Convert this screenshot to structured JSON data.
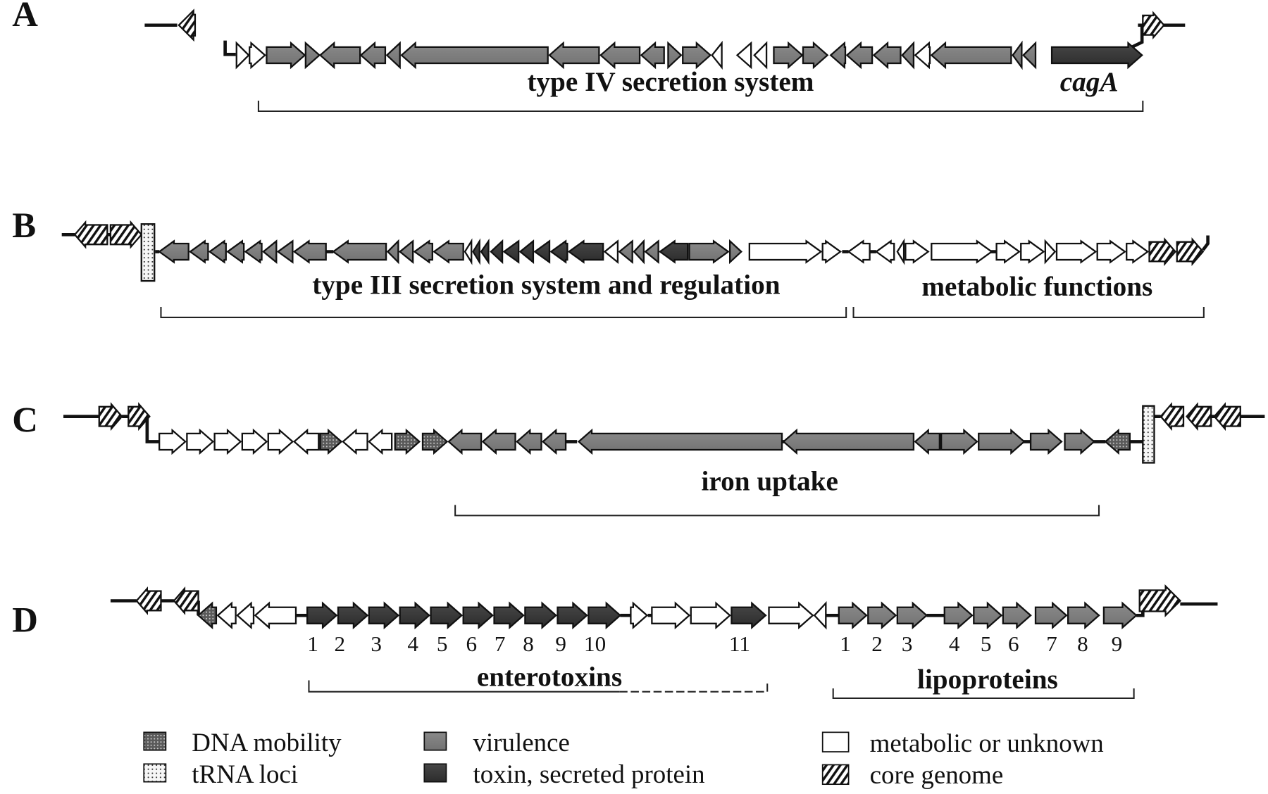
{
  "colors": {
    "virulence": "#7f7f7f",
    "toxin": "#3a3a3a",
    "metabolic": "#ffffff",
    "dna_mobility": "#555555",
    "trna": "#f4f4f4",
    "core": "#ffffff",
    "outline": "#111111"
  },
  "panels": [
    {
      "letter": "A",
      "regions": [
        {
          "label": "type IV secretion system",
          "italic": false
        },
        {
          "label": "cagA",
          "italic": true
        }
      ],
      "genes": [
        {
          "cat": "core",
          "dir": "L"
        },
        {
          "cat": "metabolic",
          "dir": "R"
        },
        {
          "cat": "metabolic",
          "dir": "R"
        },
        {
          "cat": "virulence",
          "dir": "R"
        },
        {
          "cat": "virulence",
          "dir": "R"
        },
        {
          "cat": "virulence",
          "dir": "L"
        },
        {
          "cat": "virulence",
          "dir": "L"
        },
        {
          "cat": "virulence",
          "dir": "L"
        },
        {
          "cat": "virulence",
          "dir": "L"
        },
        {
          "cat": "virulence",
          "dir": "L"
        },
        {
          "cat": "virulence",
          "dir": "L"
        },
        {
          "cat": "virulence",
          "dir": "L"
        },
        {
          "cat": "virulence",
          "dir": "R"
        },
        {
          "cat": "virulence",
          "dir": "R"
        },
        {
          "cat": "metabolic",
          "dir": "L"
        },
        {
          "cat": "metabolic",
          "dir": "L"
        },
        {
          "cat": "metabolic",
          "dir": "L"
        },
        {
          "cat": "virulence",
          "dir": "R"
        },
        {
          "cat": "virulence",
          "dir": "R"
        },
        {
          "cat": "virulence",
          "dir": "L"
        },
        {
          "cat": "virulence",
          "dir": "L"
        },
        {
          "cat": "virulence",
          "dir": "L"
        },
        {
          "cat": "virulence",
          "dir": "L"
        },
        {
          "cat": "metabolic",
          "dir": "L"
        },
        {
          "cat": "virulence",
          "dir": "L"
        },
        {
          "cat": "virulence",
          "dir": "L"
        },
        {
          "cat": "virulence",
          "dir": "L"
        },
        {
          "cat": "toxin",
          "dir": "R",
          "name": "cagA"
        },
        {
          "cat": "core",
          "dir": "R"
        }
      ]
    },
    {
      "letter": "B",
      "regions": [
        {
          "label": "type III secretion system and regulation",
          "italic": false
        },
        {
          "label": "metabolic functions",
          "italic": false
        }
      ],
      "genes": [
        {
          "cat": "core",
          "dir": "L"
        },
        {
          "cat": "core",
          "dir": "R"
        },
        {
          "cat": "trna",
          "dir": "N"
        },
        {
          "cat": "virulence",
          "dir": "L"
        },
        {
          "cat": "virulence",
          "dir": "L"
        },
        {
          "cat": "virulence",
          "dir": "L"
        },
        {
          "cat": "virulence",
          "dir": "L"
        },
        {
          "cat": "virulence",
          "dir": "L"
        },
        {
          "cat": "virulence",
          "dir": "L"
        },
        {
          "cat": "virulence",
          "dir": "L"
        },
        {
          "cat": "virulence",
          "dir": "L"
        },
        {
          "cat": "virulence",
          "dir": "L"
        },
        {
          "cat": "virulence",
          "dir": "L"
        },
        {
          "cat": "virulence",
          "dir": "L"
        },
        {
          "cat": "virulence",
          "dir": "L"
        },
        {
          "cat": "virulence",
          "dir": "L"
        },
        {
          "cat": "metabolic",
          "dir": "L"
        },
        {
          "cat": "toxin",
          "dir": "L"
        },
        {
          "cat": "toxin",
          "dir": "L"
        },
        {
          "cat": "toxin",
          "dir": "L"
        },
        {
          "cat": "toxin",
          "dir": "L"
        },
        {
          "cat": "toxin",
          "dir": "L"
        },
        {
          "cat": "toxin",
          "dir": "L"
        },
        {
          "cat": "toxin",
          "dir": "L"
        },
        {
          "cat": "toxin",
          "dir": "L"
        },
        {
          "cat": "metabolic",
          "dir": "L"
        },
        {
          "cat": "virulence",
          "dir": "L"
        },
        {
          "cat": "virulence",
          "dir": "L"
        },
        {
          "cat": "virulence",
          "dir": "L"
        },
        {
          "cat": "toxin",
          "dir": "L"
        },
        {
          "cat": "virulence",
          "dir": "R"
        },
        {
          "cat": "virulence",
          "dir": "R"
        },
        {
          "cat": "metabolic",
          "dir": "R"
        },
        {
          "cat": "metabolic",
          "dir": "R"
        },
        {
          "cat": "metabolic",
          "dir": "L"
        },
        {
          "cat": "metabolic",
          "dir": "L"
        },
        {
          "cat": "metabolic",
          "dir": "L"
        },
        {
          "cat": "metabolic",
          "dir": "R"
        },
        {
          "cat": "metabolic",
          "dir": "R"
        },
        {
          "cat": "metabolic",
          "dir": "R"
        },
        {
          "cat": "metabolic",
          "dir": "R"
        },
        {
          "cat": "metabolic",
          "dir": "R"
        },
        {
          "cat": "metabolic",
          "dir": "R"
        },
        {
          "cat": "metabolic",
          "dir": "R"
        },
        {
          "cat": "metabolic",
          "dir": "R"
        },
        {
          "cat": "core",
          "dir": "R"
        },
        {
          "cat": "core",
          "dir": "R"
        }
      ]
    },
    {
      "letter": "C",
      "regions": [
        {
          "label": "iron uptake",
          "italic": false
        }
      ],
      "genes": [
        {
          "cat": "core",
          "dir": "R"
        },
        {
          "cat": "core",
          "dir": "R"
        },
        {
          "cat": "metabolic",
          "dir": "R"
        },
        {
          "cat": "metabolic",
          "dir": "R"
        },
        {
          "cat": "metabolic",
          "dir": "R"
        },
        {
          "cat": "metabolic",
          "dir": "R"
        },
        {
          "cat": "metabolic",
          "dir": "R"
        },
        {
          "cat": "metabolic",
          "dir": "L"
        },
        {
          "cat": "dna_mobility",
          "dir": "R"
        },
        {
          "cat": "metabolic",
          "dir": "L"
        },
        {
          "cat": "metabolic",
          "dir": "L"
        },
        {
          "cat": "dna_mobility",
          "dir": "R"
        },
        {
          "cat": "dna_mobility",
          "dir": "R"
        },
        {
          "cat": "virulence",
          "dir": "L"
        },
        {
          "cat": "virulence",
          "dir": "L"
        },
        {
          "cat": "virulence",
          "dir": "L"
        },
        {
          "cat": "virulence",
          "dir": "L"
        },
        {
          "cat": "virulence",
          "dir": "L"
        },
        {
          "cat": "virulence",
          "dir": "L"
        },
        {
          "cat": "virulence",
          "dir": "L"
        },
        {
          "cat": "virulence",
          "dir": "R"
        },
        {
          "cat": "virulence",
          "dir": "R"
        },
        {
          "cat": "virulence",
          "dir": "R"
        },
        {
          "cat": "virulence",
          "dir": "R"
        },
        {
          "cat": "dna_mobility",
          "dir": "L"
        },
        {
          "cat": "trna",
          "dir": "N"
        },
        {
          "cat": "core",
          "dir": "L"
        },
        {
          "cat": "core",
          "dir": "L"
        },
        {
          "cat": "core",
          "dir": "L"
        }
      ]
    },
    {
      "letter": "D",
      "regions": [
        {
          "label": "enterotoxins",
          "italic": false
        },
        {
          "label": "lipoproteins",
          "italic": false
        }
      ],
      "enterotoxin_numbers": [
        "1",
        "2",
        "3",
        "4",
        "5",
        "6",
        "7",
        "8",
        "9",
        "10",
        "11"
      ],
      "lipoprotein_numbers": [
        "1",
        "2",
        "3",
        "4",
        "5",
        "6",
        "7",
        "8",
        "9"
      ],
      "genes": [
        {
          "cat": "core",
          "dir": "L"
        },
        {
          "cat": "core",
          "dir": "L"
        },
        {
          "cat": "dna_mobility",
          "dir": "L"
        },
        {
          "cat": "metabolic",
          "dir": "L"
        },
        {
          "cat": "metabolic",
          "dir": "L"
        },
        {
          "cat": "metabolic",
          "dir": "L"
        },
        {
          "cat": "toxin",
          "dir": "R"
        },
        {
          "cat": "toxin",
          "dir": "R"
        },
        {
          "cat": "toxin",
          "dir": "R"
        },
        {
          "cat": "toxin",
          "dir": "R"
        },
        {
          "cat": "toxin",
          "dir": "R"
        },
        {
          "cat": "toxin",
          "dir": "R"
        },
        {
          "cat": "toxin",
          "dir": "R"
        },
        {
          "cat": "toxin",
          "dir": "R"
        },
        {
          "cat": "toxin",
          "dir": "R"
        },
        {
          "cat": "toxin",
          "dir": "R"
        },
        {
          "cat": "metabolic",
          "dir": "R"
        },
        {
          "cat": "metabolic",
          "dir": "R"
        },
        {
          "cat": "metabolic",
          "dir": "R"
        },
        {
          "cat": "toxin",
          "dir": "R"
        },
        {
          "cat": "metabolic",
          "dir": "R"
        },
        {
          "cat": "metabolic",
          "dir": "L"
        },
        {
          "cat": "virulence",
          "dir": "R"
        },
        {
          "cat": "virulence",
          "dir": "R"
        },
        {
          "cat": "virulence",
          "dir": "R"
        },
        {
          "cat": "virulence",
          "dir": "R"
        },
        {
          "cat": "virulence",
          "dir": "R"
        },
        {
          "cat": "virulence",
          "dir": "R"
        },
        {
          "cat": "virulence",
          "dir": "R"
        },
        {
          "cat": "virulence",
          "dir": "R"
        },
        {
          "cat": "virulence",
          "dir": "R"
        },
        {
          "cat": "core",
          "dir": "R"
        }
      ]
    }
  ],
  "legend": [
    {
      "key": "dna_mobility",
      "label": "DNA mobility"
    },
    {
      "key": "trna",
      "label": "tRNA loci"
    },
    {
      "key": "virulence",
      "label": "virulence"
    },
    {
      "key": "toxin",
      "label": "toxin, secreted protein"
    },
    {
      "key": "metabolic",
      "label": "metabolic or unknown"
    },
    {
      "key": "core",
      "label": "core genome"
    }
  ]
}
